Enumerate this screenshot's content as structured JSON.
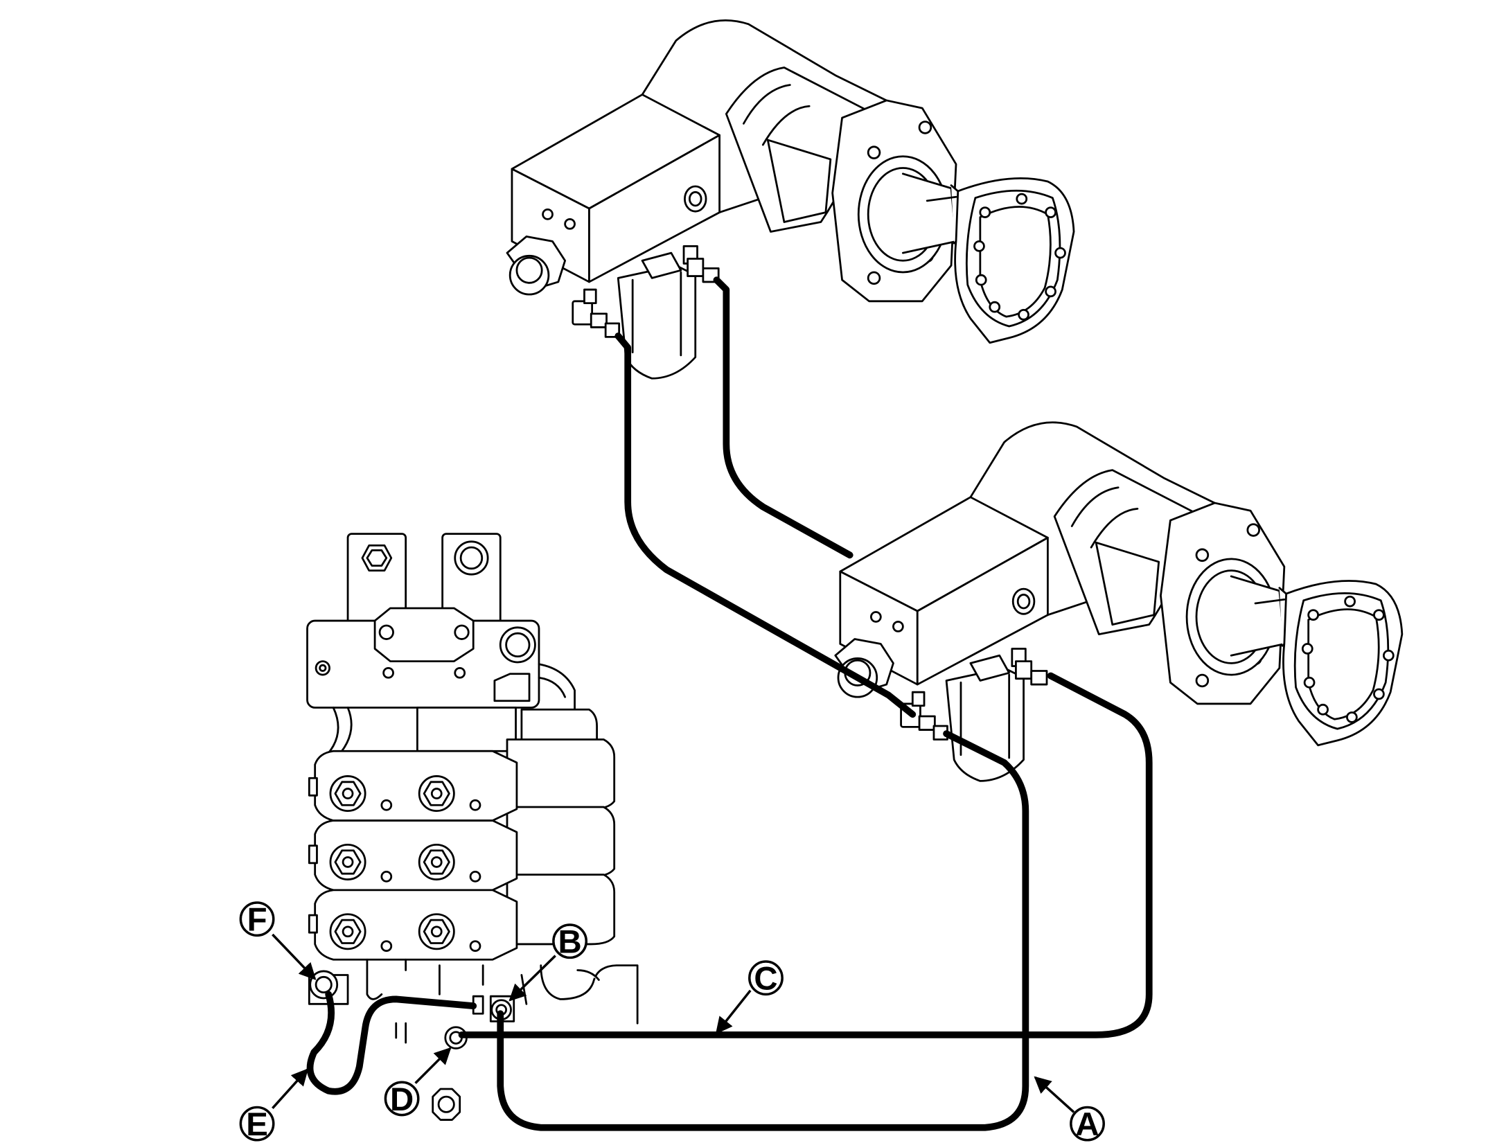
{
  "colors": {
    "line": "#000000",
    "background": "#ffffff"
  },
  "callouts": {
    "a": "A",
    "b": "B",
    "c": "C",
    "d": "D",
    "e": "E",
    "f": "F"
  }
}
